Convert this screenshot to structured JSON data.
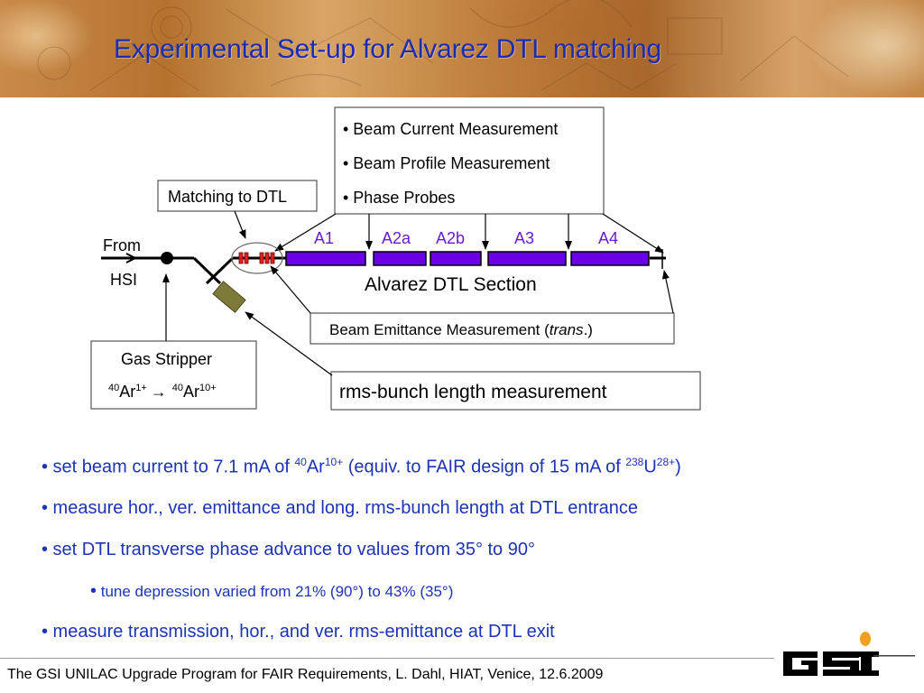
{
  "header": {
    "title": "Experimental Set-up for Alvarez DTL matching"
  },
  "diagram": {
    "measurement_box": {
      "items": [
        "• Beam Current Measurement",
        "• Beam Profile Measurement",
        "• Phase Probes"
      ]
    },
    "matching_label": "Matching to DTL",
    "from_label": "From",
    "hsi_label": "HSI",
    "tanks": [
      "A1",
      "A2a",
      "A2b",
      "A3",
      "A4"
    ],
    "section_label": "Alvarez DTL Section",
    "emittance_label_prefix": "Beam Emittance Measurement (",
    "emittance_label_italic": "trans",
    "emittance_label_suffix": ".)",
    "stripper": {
      "title": "Gas Stripper",
      "iso1": "40",
      "el1": "Ar",
      "charge1": "1+",
      "arrow": "→",
      "iso2": "40",
      "el2": "Ar",
      "charge2": "10+"
    },
    "rms_label": "rms-bunch length measurement",
    "colors": {
      "tank_fill": "#6a00e8",
      "tank_label": "#6a1bd0",
      "stripper_fill": "#7d7a3a",
      "magnet_red": "#e02020"
    }
  },
  "bullets": {
    "b1_text": "• set beam current to 7.1 mA of ",
    "b1_sup1": "40",
    "b1_el1": "Ar",
    "b1_sup2": "10+",
    "b1_mid": " (equiv. to FAIR design of 15 mA of  ",
    "b1_sup3": "238",
    "b1_el2": "U",
    "b1_sup4": "28+",
    "b1_end": ")",
    "b2": "• measure hor., ver. emittance and long. rms-bunch length at DTL entrance",
    "b3": "• set DTL transverse phase advance to values from 35° to 90°",
    "b4_dot": "•",
    "b4": " tune depression varied from 21% (90°) to 43% (35°)",
    "b5": "• measure transmission, hor., and ver. rms-emittance at DTL exit"
  },
  "footer": {
    "text": "The GSI UNILAC Upgrade Program for FAIR Requirements, L. Dahl, HIAT, Venice, 12.6.2009"
  },
  "logo": {
    "name": "gsi-logo",
    "accent": "#f0a020"
  }
}
